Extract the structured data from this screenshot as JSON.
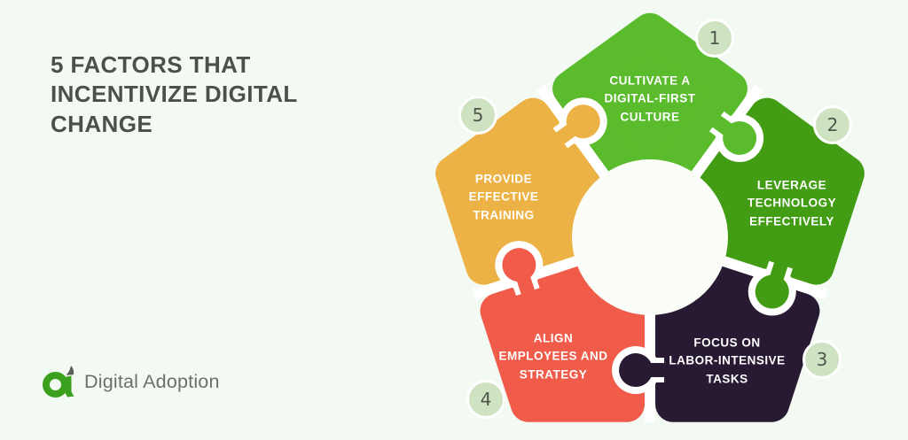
{
  "header": {
    "title": "5 FACTORS THAT\nINCENTIVIZE DIGITAL\nCHANGE"
  },
  "factors": [
    {
      "number": "1",
      "label": "CULTIVATE A\nDIGITAL-FIRST\nCULTURE",
      "color": "#5abc2c"
    },
    {
      "number": "2",
      "label": "LEVERAGE\nTECHNOLOGY\nEFFECTIVELY",
      "color": "#429c14"
    },
    {
      "number": "3",
      "label": "FOCUS ON\nLABOR-INTENSIVE\nTASKS",
      "color": "#281a33"
    },
    {
      "number": "4",
      "label": "ALIGN\nEMPLOYEES AND\nSTRATEGY",
      "color": "#f15b49"
    },
    {
      "number": "5",
      "label": "PROVIDE\nEFFECTIVE\nTRAINING",
      "color": "#edb245"
    }
  ],
  "logo": {
    "text": "Digital Adoption"
  },
  "theme": {
    "bg": "#f3faf3",
    "title": "#4a504b",
    "label-text": "#ffffff",
    "badge-bg": "#cfe3c2",
    "badge-text": "#51564f",
    "logo-gray": "#6e6e6e",
    "logo-green": "#3ca01f",
    "logo-fin": "#5b5f5b"
  }
}
